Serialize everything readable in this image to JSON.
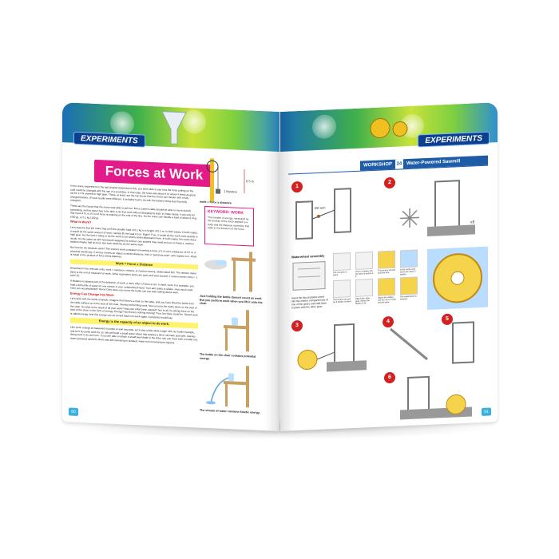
{
  "left_page": {
    "banner_tag": "EXPERIMENTS",
    "title": "Forces at Work",
    "intro": "In the crane experiment in the last chapter (Experiment 23), you were able to see how the force pulling on the cord could be changed with the use of a pound(s). In that case, the force was about 4 N, about 4 times as great as the 1.5 N exerted in high gear. Those, at least, are the top forces that the motor can muster with a fully charged battery. (If your results were different, it probably had to do with the battery being less than fully charged.)",
    "para2": "These are the forces that the motor was able to pull out. But a crane's cable should be able to move and lift something, and its motor has to be able to do that work without dropping its load. In these cases, it can only do that if just 4 N, or 0.5 N of force is pushing on the end of the line. So the crane can handle a load of about 0.4 kg (400 g), or 0.1 kg (100 g).",
    "what_is_work_head": "What is Work?",
    "para3": "Let's assume that the crane has to lift the smaller load of 0.1 kg to a height of 0.5 m. In both cases, in both cases, it would do the same amount of work, namely lift the load 0.5 m. Right? True, it would do the work more quickly in high gear, but the time it takes to do the work is not what's under discussion here. In both cases, the crane does its job. It's the same as with homework assigned for school: one student may need an hour to finish it, another student maybe half an hour. But both students do the same work.",
    "para4": "But how do we measure work? The crane's work consisted of exerting a force of 1 N over a distance of 0.5 m. A physicist would say: If a force moves an object a certain distance, then it \"performs work\" with respect to it. Work is equal to the product of force times distance:",
    "formula": "Work = Force x Distance",
    "para5": "Described in the relevant units: work = newtons x meters, or newton meters, abbreviated Nm. The newton meter (Nm) is the unit of measure for work. Other equivalent terms are joule and watt second: 1 newton meter (Nm) = 1 joule (J).",
    "para6": "If distance is always part of the definition of work, a mere effort of force is not, in itself, work. For example, you hold a full bottle of water for one minute in your outstretched hand. Your arm starts to shake. How much work have you accomplished? None! Only when you move the bottle can you start talking about work.",
    "energy_head": "Energy Can Change into Work",
    "para7": "Let's stick with the bottle example. Imagine that there's a chair on the table, and you have lifted the bottle from the table surface up to the seat of the chair, thereby performing work. Now you put the bottle down on the seat of the chair. So what is the result of all your work? Has your effort been wasted? Not at all, it's sitting there on the seat of the chair, in the form of energy. Energy? But there's nothing moving! True, but there could be. Stored work is called energy. And this energy can be turned back into work again. A physicist would say:",
    "energy_statement": "Energy is the capacity of an object to do work.",
    "para8": "Like work, energy is measured in joules or watt seconds. Let's stay a little while longer with our bottle example, and let it do some work for us. We will build a small water wheel that pushes a drive rod back and forth, thereby doing work in its own turn. If you are able to attach a small saw blade to the drive rod, you have built a model of a water-powered sawmill, which was still operating in isolated, water-rich mountainous regions.",
    "keyword_title": "KEYWORD: WORK",
    "keyword_body": "The transfer of energy, measured as the product of the force applied to a body and the distance moved by that body in the direction of the force.",
    "diagram_label_force": "1 Newton",
    "diagram_label_dist": "0.5 m",
    "caption_formula": "work = force x distance",
    "caption1": "Just holding the bottle doesn't count as work. But you perform work when you lift it onto the chair.",
    "caption2": "The bottle on the chair contains potential energy.",
    "caption3": "The stream of water contains kinetic energy.",
    "page_number": "60"
  },
  "right_page": {
    "banner_tag": "EXPERIMENTS",
    "workshop_label": "WORKSHOP",
    "workshop_number": "24",
    "workshop_title": "Water-Powered Sawmill",
    "step_numbers": [
      "1",
      "2",
      "3",
      "4",
      "5",
      "6"
    ],
    "measure_label": "100 mm",
    "multiplier_label": "x8",
    "waterwheel_subhead": "Waterwheel assembly",
    "left_caption": "Insert the diccut plastic sheet into the interior compartments of one of the gears and hold them in place with the other gear.",
    "tile_captions": [
      "Put one gear in place.",
      "Insert 1 blades into the gear at points A - E.",
      "This picture should look like this.",
      "In the same way, insert the other 4 blades.",
      "This picture should be 4 blades in place.",
      "Attach the other gear. Adjust the blades to fit.",
      "Adjust the blades one by one to fit the second gear.",
      "The waterwheel is finished."
    ],
    "page_number": "61"
  }
}
